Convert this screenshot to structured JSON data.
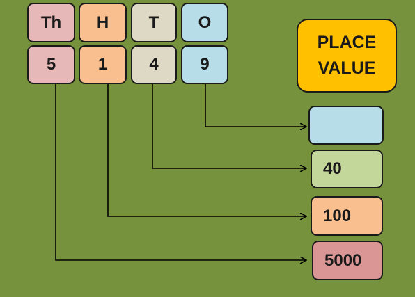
{
  "headers": [
    "Th",
    "H",
    "T",
    "O"
  ],
  "digits": [
    "5",
    "1",
    "4",
    "9"
  ],
  "title": [
    "PLACE",
    "VALUE"
  ],
  "results": [
    "",
    "40",
    "100",
    "5000"
  ]
}
